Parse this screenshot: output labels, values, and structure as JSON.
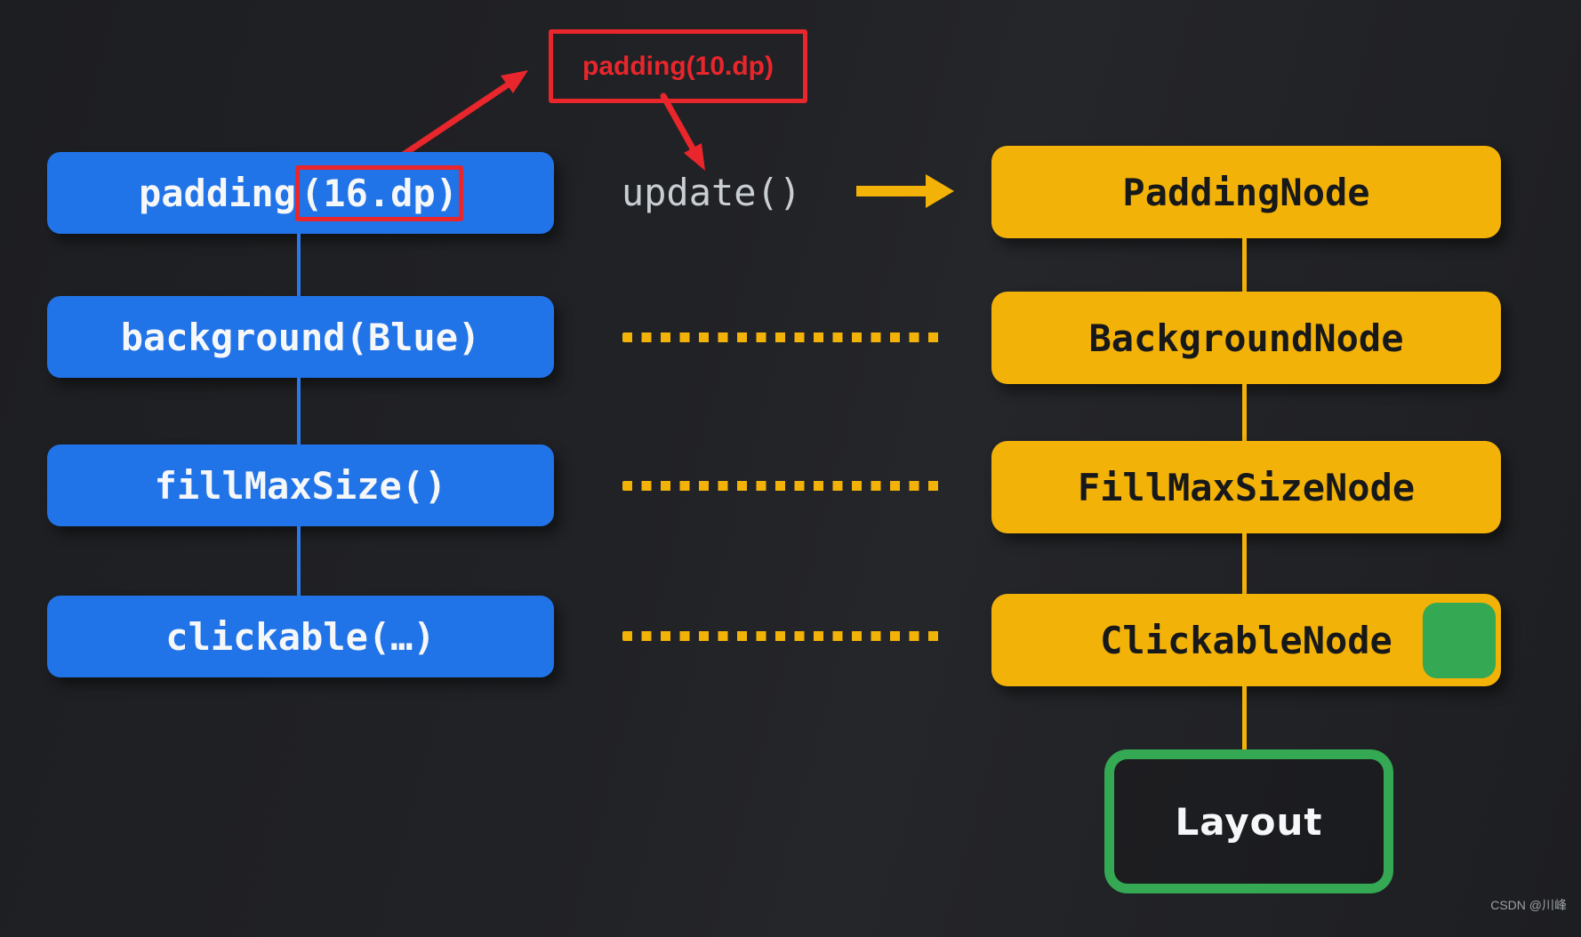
{
  "colors": {
    "background": "#1f2023",
    "blue": "#2173e8",
    "blue-line": "#2b7ae9",
    "yellow": "#f3b208",
    "green": "#34a853",
    "red": "#e8262c",
    "text-light": "#f5f7f8",
    "text-dark": "#17181a",
    "muted": "#c9ced3",
    "watermark": "#9aa0a6"
  },
  "annotation": {
    "label": "padding(10.dp)"
  },
  "middle": {
    "update_label": "update()"
  },
  "modifier_chain": {
    "items": [
      {
        "prefix": "padding",
        "highlighted": "(16.dp)"
      },
      {
        "label": "background(Blue)"
      },
      {
        "label": "fillMaxSize()"
      },
      {
        "label": "clickable(…)"
      }
    ]
  },
  "node_chain": {
    "items": [
      {
        "label": "PaddingNode"
      },
      {
        "label": "BackgroundNode"
      },
      {
        "label": "FillMaxSizeNode"
      },
      {
        "label": "ClickableNode"
      }
    ],
    "terminal": {
      "label": "Layout"
    }
  },
  "watermark": "CSDN @川峰"
}
